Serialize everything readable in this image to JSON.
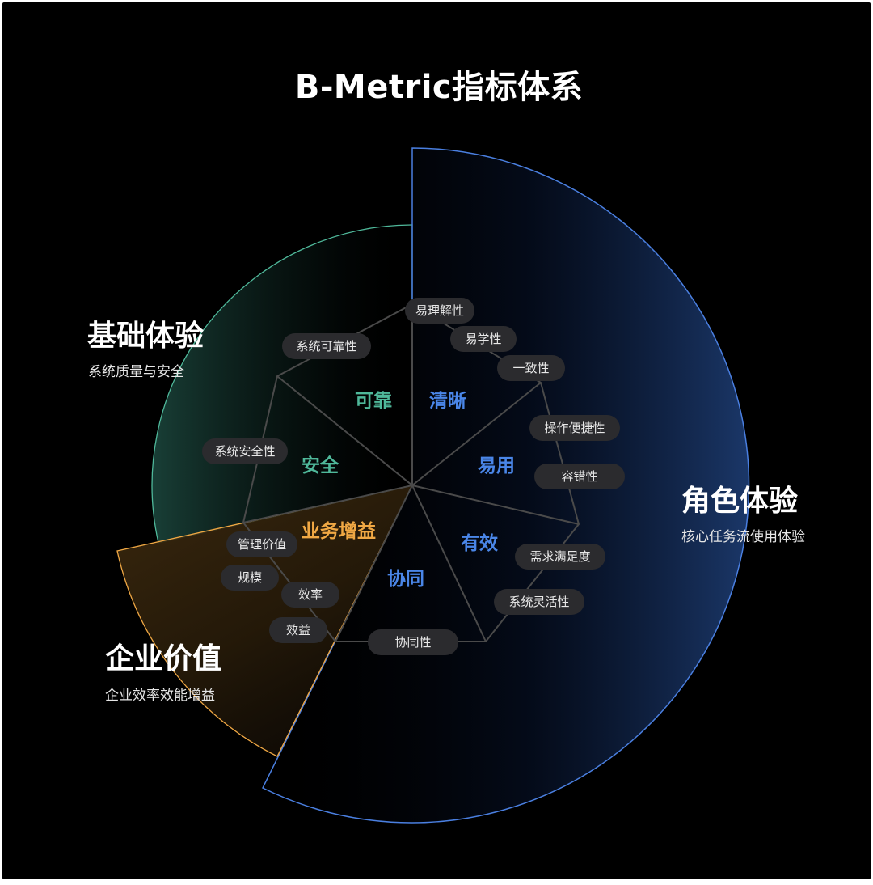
{
  "title": "B-Metric指标体系",
  "groups": {
    "basic": {
      "title": "基础体验",
      "subtitle": "系统质量与安全",
      "color": "#4fb89a"
    },
    "role": {
      "title": "角色体验",
      "subtitle": "核心任务流使用体验",
      "color": "#4a7fe0"
    },
    "enterprise": {
      "title": "企业价值",
      "subtitle": "企业效率效能增益",
      "color": "#f0a844"
    }
  },
  "segments": [
    {
      "label": "可靠",
      "color": "#4fb89a"
    },
    {
      "label": "清晰",
      "color": "#4a86e8"
    },
    {
      "label": "安全",
      "color": "#4fb89a"
    },
    {
      "label": "易用",
      "color": "#4a86e8"
    },
    {
      "label": "业务增益",
      "color": "#f0a844"
    },
    {
      "label": "有效",
      "color": "#4a86e8"
    },
    {
      "label": "协同",
      "color": "#4a86e8"
    }
  ],
  "metrics": [
    "易理解性",
    "易学性",
    "一致性",
    "操作便捷性",
    "容错性",
    "需求满足度",
    "系统灵活性",
    "协同性",
    "效益",
    "效率",
    "规模",
    "管理价值",
    "系统安全性",
    "系统可靠性"
  ]
}
